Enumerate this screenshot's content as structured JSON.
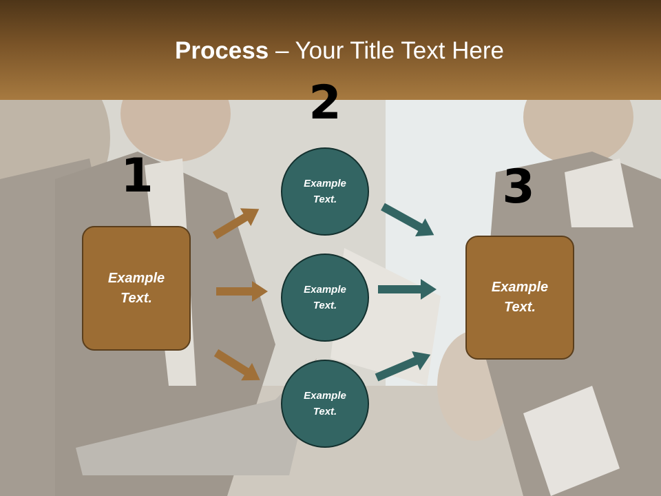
{
  "title": {
    "bold": "Process",
    "rest": " – Your Title Text Here"
  },
  "steps": [
    "1",
    "2",
    "3"
  ],
  "left_box": {
    "label": "Example\nText."
  },
  "circles": [
    {
      "label": "Example\nText."
    },
    {
      "label": "Example\nText."
    },
    {
      "label": "Example\nText."
    }
  ],
  "right_box": {
    "label": "Example\nText."
  },
  "colors": {
    "header_dark": "#4e3518",
    "header_light": "#a77a40",
    "box_fill": "#9c6d34",
    "circle_fill": "#336563",
    "arrow_brown": "#a07038",
    "arrow_teal": "#336563"
  }
}
